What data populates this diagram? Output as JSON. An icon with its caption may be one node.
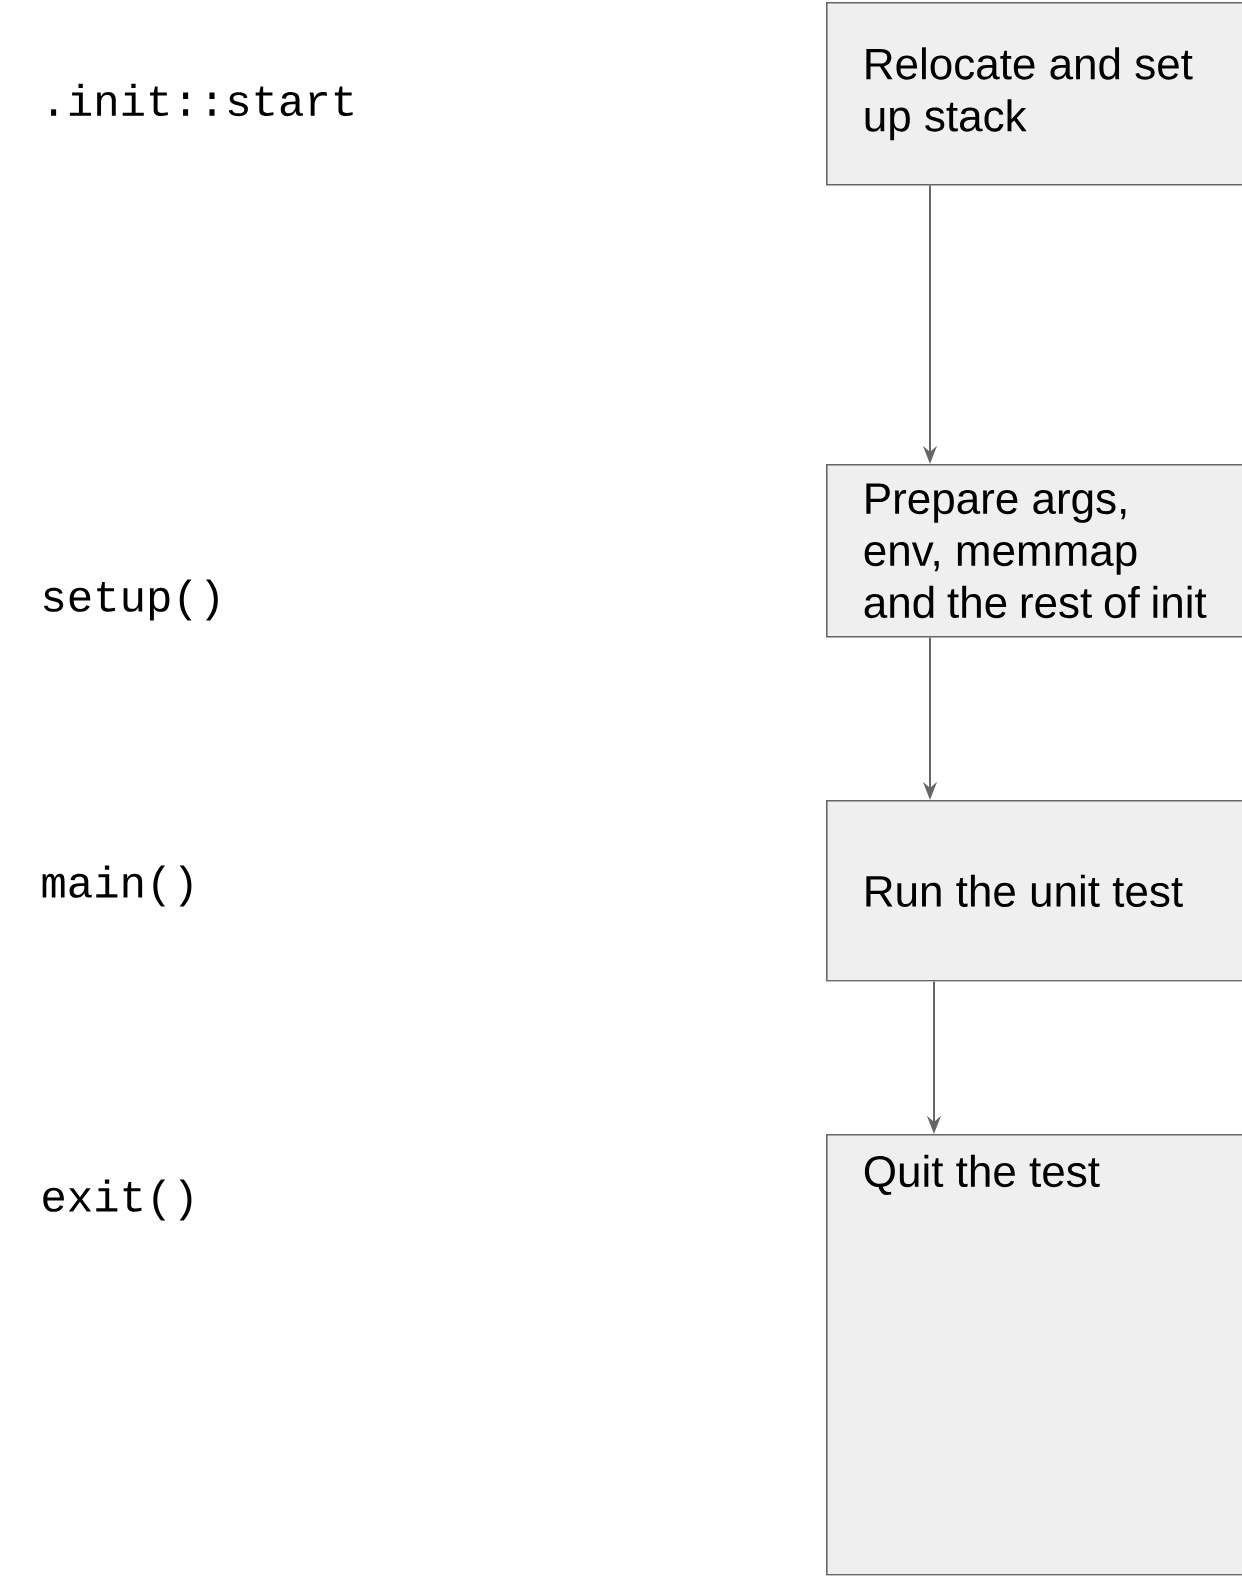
{
  "diagram": {
    "nodes": [
      {
        "text": [
          "Relocate and set up stack"
        ]
      },
      {
        "text": [
          "Prepare args, env, memmap and the rest of init"
        ]
      },
      {
        "text": [
          "Run the unit test"
        ]
      },
      {
        "text": [
          "Quit the test"
        ]
      }
    ],
    "edges": [
      {
        "from": 0,
        "to": 1,
        "arrow": "to"
      },
      {
        "from": 1,
        "to": 2,
        "arrow": "to"
      },
      {
        "from": 2,
        "to": 3,
        "arrow": "to"
      }
    ],
    "labels": [
      ".init::start",
      "setup()",
      "main()",
      "exit()"
    ]
  }
}
